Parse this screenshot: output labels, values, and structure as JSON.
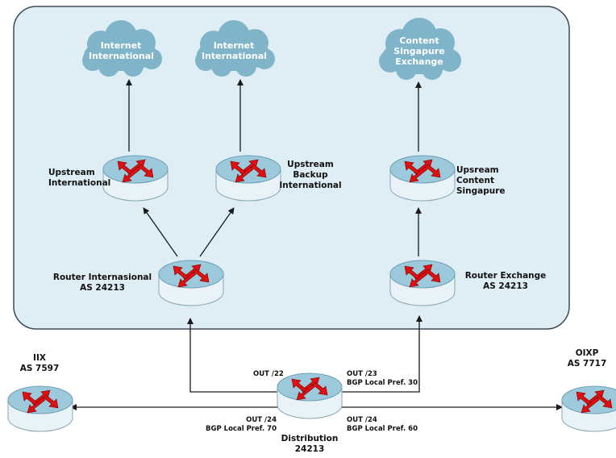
{
  "clouds": {
    "internet_1": [
      "Internet",
      "International"
    ],
    "internet_2": [
      "Internet",
      "International"
    ],
    "content": [
      "Content",
      "Singapure",
      "Exchange"
    ]
  },
  "routers": {
    "upstream_international": [
      "Upstream",
      "International"
    ],
    "upstream_backup": [
      "Upstream",
      "Backup",
      "International"
    ],
    "upstream_content": [
      "Upsream",
      "Content",
      "Singapure"
    ],
    "router_internasional": [
      "Router Internasional",
      "AS 24213"
    ],
    "router_exchange": [
      "Router Exchange",
      "AS 24213"
    ],
    "iix": [
      "IIX",
      "AS 7597"
    ],
    "oixp": [
      "OIXP",
      "AS 7717"
    ],
    "distribution": [
      "Distribution",
      "24213"
    ]
  },
  "links": {
    "out22": "OUT /22",
    "out23": [
      "OUT /23",
      "BGP Local Pref. 30"
    ],
    "out24_left": [
      "OUT /24",
      "BGP Local Pref. 70"
    ],
    "out24_right": [
      "OUT /24",
      "BGP Local Pref. 60"
    ]
  },
  "colors": {
    "region_fill": "#deeef4",
    "region_stroke": "#3d4a5a",
    "cloud": "#7fb4c9",
    "router_top": "#9cc9dc",
    "router_side": "#e9f2f6",
    "arrow_red": "#e01010",
    "line": "#1a1a1a"
  }
}
